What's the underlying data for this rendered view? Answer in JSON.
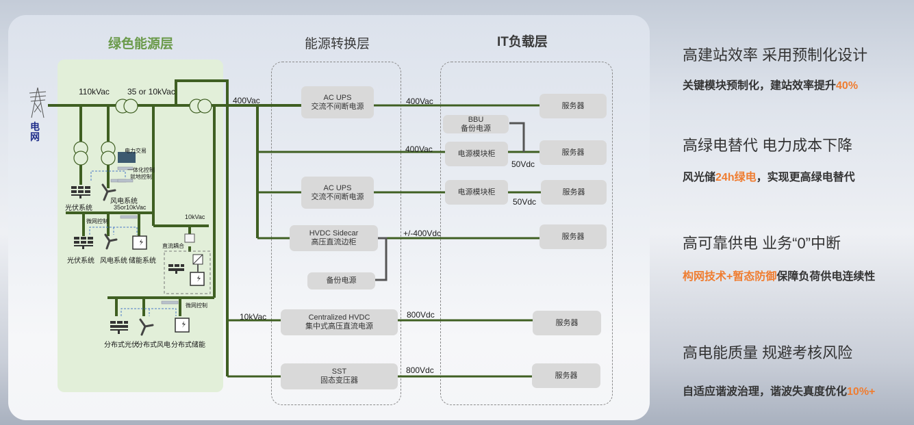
{
  "layers": {
    "green": "绿色能源层",
    "conversion": "能源转换层",
    "it": "IT负载层"
  },
  "grid": {
    "label": "电网",
    "icon": "transmission-tower-icon"
  },
  "green_layer": {
    "voltage_110k": "110kVac",
    "voltage_35_10k": "35 or 10kVac",
    "power_trade": "电力交易",
    "integrated_control": "一体化控制",
    "local_control": "就地控制",
    "pv_system_1": "光伏系统",
    "wind_system_1": "风电系统",
    "voltage_35or10k": "35or10kVac",
    "microgrid_control_1": "微网控制",
    "pv_system_2": "光伏系统",
    "wind_system_2": "风电系统",
    "storage_system": "储能系统",
    "voltage_10k": "10kVac",
    "dc_coupling": "直流耦合",
    "microgrid_control_2": "微网控制",
    "dist_pv": "分布式光伏",
    "dist_wind": "分布式风电",
    "dist_storage": "分布式储能"
  },
  "conversion_layer": {
    "in_400vac": "400Vac",
    "in_10kvac": "10kVac",
    "ac_ups_1": {
      "en": "AC UPS",
      "zh": "交流不间断电源"
    },
    "ac_ups_2": {
      "en": "AC UPS",
      "zh": "交流不间断电源"
    },
    "hvdc_sidecar": {
      "en": "HVDC Sidecar",
      "zh": "高压直流边柜"
    },
    "backup_power": "备份电源",
    "centralized_hvdc": {
      "en": "Centralized HVDC",
      "zh": "集中式高压直流电源"
    },
    "sst": {
      "en": "SST",
      "zh": "固态变压器"
    }
  },
  "links": {
    "l1": "400Vac",
    "l2": "400Vac",
    "l4": "+/-400Vdc",
    "l5": "800Vdc",
    "l6": "800Vdc",
    "dc50_1": "50Vdc",
    "dc50_2": "50Vdc"
  },
  "it_layer": {
    "bbu": {
      "en": "BBU",
      "zh": "备份电源"
    },
    "psu_cabinet_1": "电源模块柜",
    "psu_cabinet_2": "电源模块柜",
    "server": "服务器"
  },
  "benefits": [
    {
      "title": "高建站效率 采用预制化设计",
      "desc_pre": "关键模块预制化，建站效率提升",
      "desc_hl": "40%",
      "desc_post": ""
    },
    {
      "title": "高绿电替代 电力成本下降",
      "desc_pre": "风光储",
      "desc_hl": "24h绿电",
      "desc_post": "，实现更高绿电替代"
    },
    {
      "title": "高可靠供电 业务“0”中断",
      "desc_pre": "",
      "desc_hl": "构网技术+暂态防御",
      "desc_post": "保障负荷供电连续性"
    },
    {
      "title": "高电能质量 规避考核风险",
      "desc_pre": "自适应谐波治理，谐波失真度优化",
      "desc_hl": "10%+",
      "desc_post": ""
    }
  ],
  "colors": {
    "line": "#3f5f22",
    "highlight": "#ef7d31",
    "box": "#d9d9d9",
    "green_bg": "#e2efd9"
  }
}
